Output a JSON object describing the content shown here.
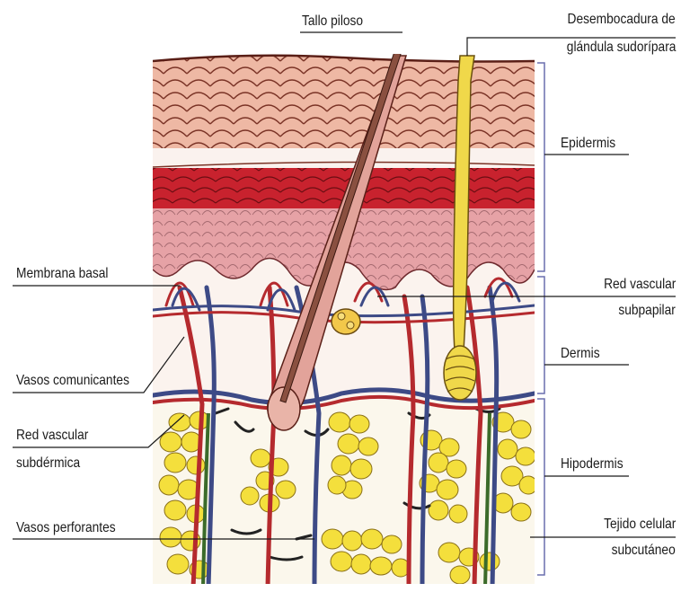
{
  "labels": {
    "tallo_piloso": "Tallo piloso",
    "desembocadura_1": "Desembocadura de",
    "desembocadura_2": "glándula sudorípara",
    "epidermis": "Epidermis",
    "membrana_basal": "Membrana basal",
    "red_vascular_subpapilar_1": "Red vascular",
    "red_vascular_subpapilar_2": "subpapilar",
    "dermis": "Dermis",
    "vasos_comunicantes": "Vasos comunicantes",
    "red_vascular_subdermica_1": "Red vascular",
    "red_vascular_subdermica_2": "subdérmica",
    "hipodermis": "Hipodermis",
    "vasos_perforantes": "Vasos perforantes",
    "tejido_celular_1": "Tejido celular",
    "tejido_celular_2": "subcutáneo"
  },
  "colors": {
    "epidermis_outer": "#eeb8a4",
    "stratum_red": "#c8222e",
    "stratum_pink": "#e6a2a6",
    "dermis_bg": "#fbf3ee",
    "fat_yellow": "#f4df3c",
    "artery": "#b52a2e",
    "vein": "#3d4a86",
    "gland": "#f0d84a",
    "hair": "#e2a39a",
    "bracket": "#6a6fae"
  }
}
